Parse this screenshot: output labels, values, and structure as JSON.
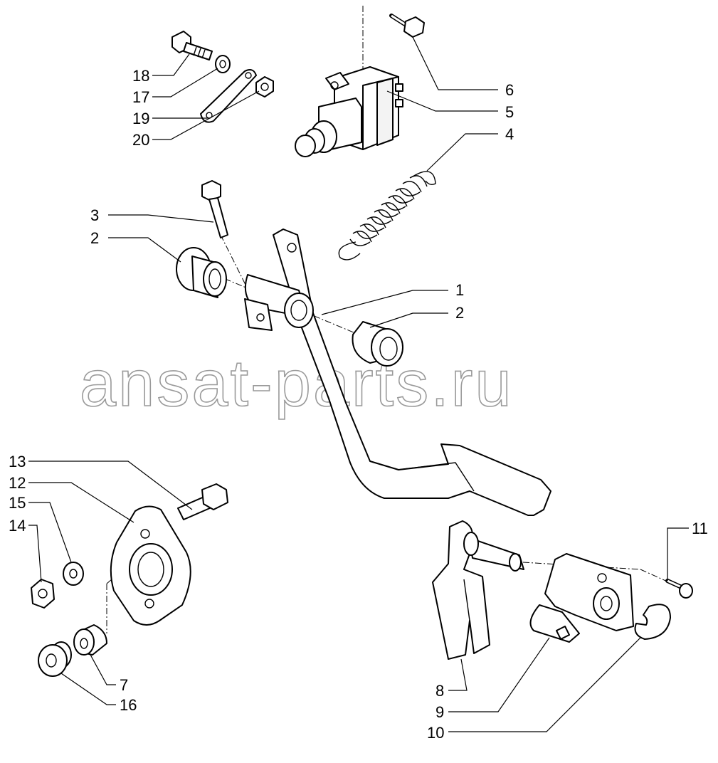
{
  "watermark": "ansat-parts.ru",
  "callouts": [
    "1",
    "2",
    "2",
    "3",
    "4",
    "5",
    "6",
    "7",
    "8",
    "9",
    "10",
    "11",
    "12",
    "13",
    "14",
    "15",
    "16",
    "17",
    "18",
    "19",
    "20"
  ],
  "colors": {
    "ink": "#000000",
    "watermark": "#9a9a9a",
    "background": "#ffffff"
  }
}
